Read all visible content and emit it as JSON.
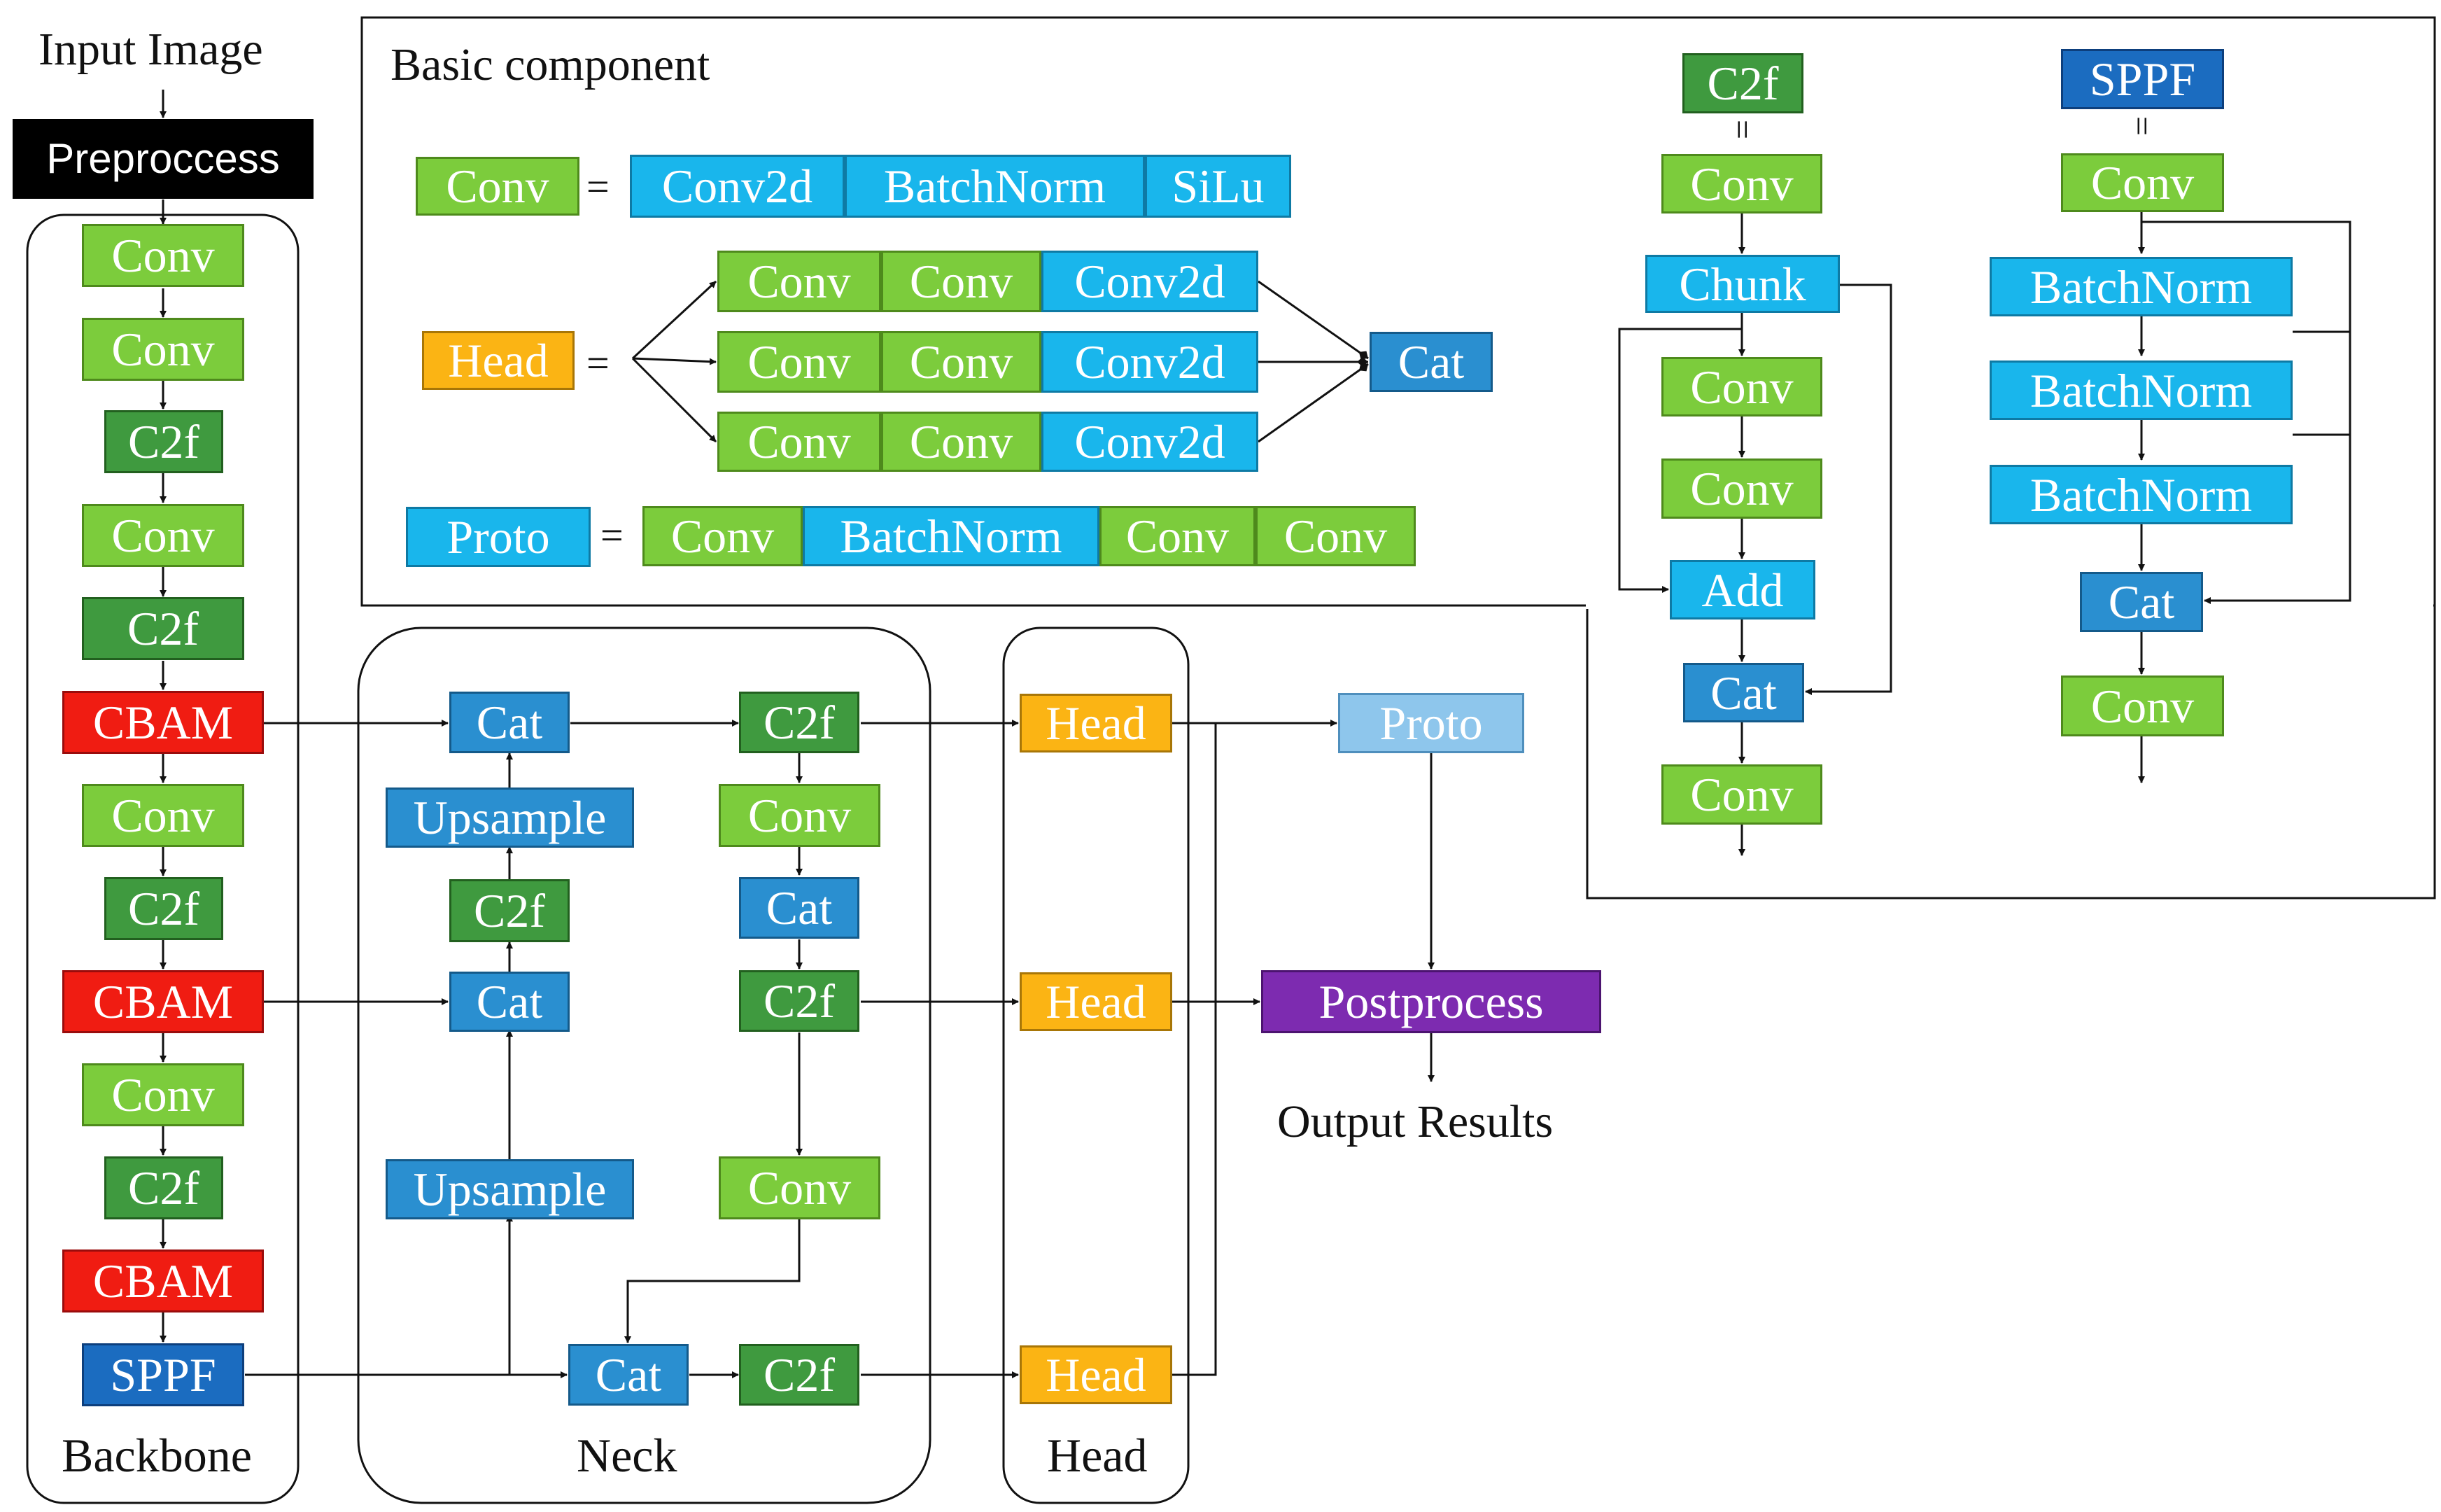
{
  "labels": {
    "input": "Input Image",
    "basic_component": "Basic component",
    "backbone": "Backbone",
    "neck": "Neck",
    "head": "Head",
    "output": "Output Results"
  },
  "preprocess": "Preproccess",
  "backbone": [
    "Conv",
    "Conv",
    "C2f",
    "Conv",
    "C2f",
    "CBAM",
    "Conv",
    "C2f",
    "CBAM",
    "Conv",
    "C2f",
    "CBAM",
    "SPPF"
  ],
  "neck": {
    "cat1": "Cat",
    "upsample1": "Upsample",
    "c2f1": "C2f",
    "cat2": "Cat",
    "upsample2": "Upsample",
    "cat3": "Cat",
    "c2f_top": "C2f",
    "conv_a": "Conv",
    "cat_mid": "Cat",
    "c2f_mid": "C2f",
    "conv_b": "Conv",
    "c2f_bottom": "C2f"
  },
  "head_blocks": [
    "Head",
    "Head",
    "Head"
  ],
  "proto_block": "Proto",
  "postprocess": "Postprocess",
  "basic": {
    "conv_def": {
      "name": "Conv",
      "eq": "=",
      "parts": [
        "Conv2d",
        "BatchNorm",
        "SiLu"
      ]
    },
    "head_def": {
      "name": "Head",
      "eq": "=",
      "rows": [
        [
          "Conv",
          "Conv",
          "Conv2d"
        ],
        [
          "Conv",
          "Conv",
          "Conv2d"
        ],
        [
          "Conv",
          "Conv",
          "Conv2d"
        ]
      ],
      "cat": "Cat"
    },
    "proto_def": {
      "name": "Proto",
      "eq": "=",
      "parts": [
        "Conv",
        "BatchNorm",
        "Conv",
        "Conv"
      ]
    },
    "c2f_def": {
      "title": "C2f",
      "eq": "=",
      "blocks": [
        "Conv",
        "Chunk",
        "Conv",
        "Conv",
        "Add",
        "Cat",
        "Conv"
      ]
    },
    "sppf_def": {
      "title": "SPPF",
      "eq": "=",
      "blocks": [
        "Conv",
        "BatchNorm",
        "BatchNorm",
        "BatchNorm",
        "Cat",
        "Conv"
      ]
    }
  }
}
